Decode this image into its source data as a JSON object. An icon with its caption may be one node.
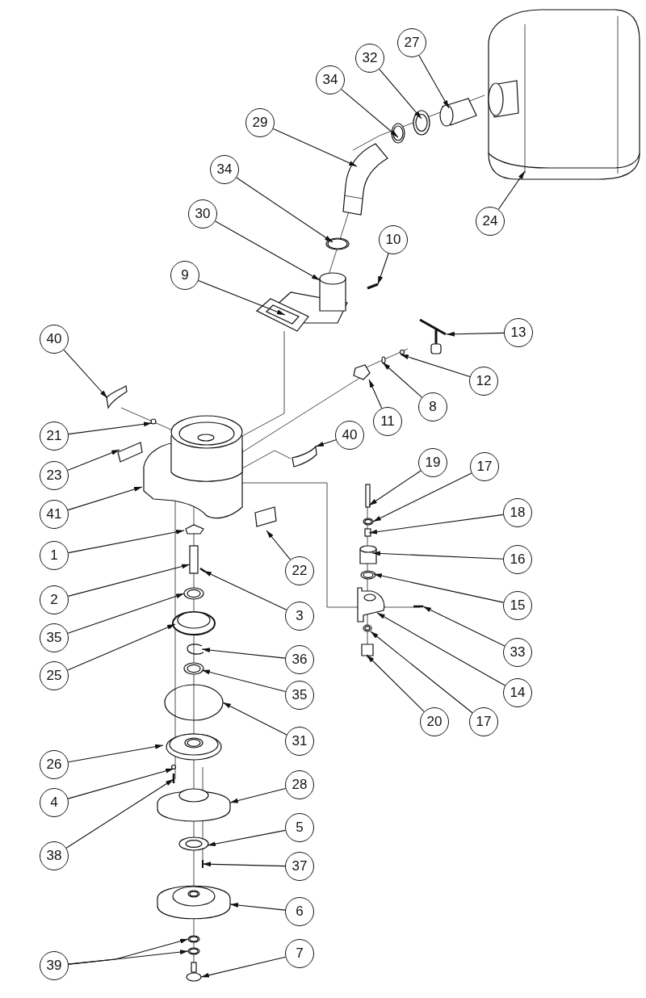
{
  "diagram": {
    "nodes": [
      {
        "text": [
          "27"
        ]
      },
      {
        "text": [
          "32"
        ]
      },
      {
        "text": [
          "34"
        ]
      },
      {
        "text": [
          "29"
        ]
      },
      {
        "text": [
          "34"
        ]
      },
      {
        "text": [
          "24"
        ]
      },
      {
        "text": [
          "30"
        ]
      },
      {
        "text": [
          "10"
        ]
      },
      {
        "text": [
          "9"
        ]
      },
      {
        "text": [
          "13"
        ]
      },
      {
        "text": [
          "40"
        ]
      },
      {
        "text": [
          "12"
        ]
      },
      {
        "text": [
          "8"
        ]
      },
      {
        "text": [
          "11"
        ]
      },
      {
        "text": [
          "21"
        ]
      },
      {
        "text": [
          "40"
        ]
      },
      {
        "text": [
          "19"
        ]
      },
      {
        "text": [
          "17"
        ]
      },
      {
        "text": [
          "23"
        ]
      },
      {
        "text": [
          "18"
        ]
      },
      {
        "text": [
          "41"
        ]
      },
      {
        "text": [
          "1"
        ]
      },
      {
        "text": [
          "16"
        ]
      },
      {
        "text": [
          "22"
        ]
      },
      {
        "text": [
          "2"
        ]
      },
      {
        "text": [
          "15"
        ]
      },
      {
        "text": [
          "3"
        ]
      },
      {
        "text": [
          "35"
        ]
      },
      {
        "text": [
          "33"
        ]
      },
      {
        "text": [
          "36"
        ]
      },
      {
        "text": [
          "25"
        ]
      },
      {
        "text": [
          "14"
        ]
      },
      {
        "text": [
          "35"
        ]
      },
      {
        "text": [
          "20"
        ]
      },
      {
        "text": [
          "17"
        ]
      },
      {
        "text": [
          "31"
        ]
      },
      {
        "text": [
          "26"
        ]
      },
      {
        "text": [
          "28"
        ]
      },
      {
        "text": [
          "4"
        ]
      },
      {
        "text": [
          "5"
        ]
      },
      {
        "text": [
          "38"
        ]
      },
      {
        "text": [
          "37"
        ]
      },
      {
        "text": [
          "6"
        ]
      },
      {
        "text": [
          "7"
        ]
      },
      {
        "text": [
          "39"
        ]
      }
    ],
    "edges": [
      {
        "from": 0,
        "to": null,
        "arrow": "to"
      },
      {
        "from": 1,
        "to": null,
        "arrow": "to"
      },
      {
        "from": 2,
        "to": null,
        "arrow": "to"
      },
      {
        "from": 3,
        "to": null,
        "arrow": "to"
      },
      {
        "from": 4,
        "to": null,
        "arrow": "to"
      },
      {
        "from": 5,
        "to": null,
        "arrow": "to"
      },
      {
        "from": 6,
        "to": null,
        "arrow": "to"
      },
      {
        "from": 7,
        "to": null,
        "arrow": "to"
      },
      {
        "from": 8,
        "to": null,
        "arrow": "to"
      },
      {
        "from": 9,
        "to": null,
        "arrow": "to"
      },
      {
        "from": 10,
        "to": null,
        "arrow": "to"
      },
      {
        "from": 11,
        "to": null,
        "arrow": "to"
      },
      {
        "from": 12,
        "to": null,
        "arrow": "to"
      },
      {
        "from": 13,
        "to": null,
        "arrow": "to"
      },
      {
        "from": 14,
        "to": null,
        "arrow": "to"
      },
      {
        "from": 15,
        "to": null,
        "arrow": "to"
      },
      {
        "from": 16,
        "to": null,
        "arrow": "to"
      },
      {
        "from": 17,
        "to": null,
        "arrow": "to"
      },
      {
        "from": 18,
        "to": null,
        "arrow": "to"
      },
      {
        "from": 19,
        "to": null,
        "arrow": "to"
      },
      {
        "from": 20,
        "to": null,
        "arrow": "to"
      },
      {
        "from": 21,
        "to": null,
        "arrow": "to"
      },
      {
        "from": 22,
        "to": null,
        "arrow": "to"
      },
      {
        "from": 23,
        "to": null,
        "arrow": "to"
      },
      {
        "from": 24,
        "to": null,
        "arrow": "to"
      },
      {
        "from": 25,
        "to": null,
        "arrow": "to"
      },
      {
        "from": 26,
        "to": null,
        "arrow": "to"
      },
      {
        "from": 27,
        "to": null,
        "arrow": "to"
      },
      {
        "from": 28,
        "to": null,
        "arrow": "to"
      },
      {
        "from": 29,
        "to": null,
        "arrow": "to"
      },
      {
        "from": 30,
        "to": null,
        "arrow": "to"
      },
      {
        "from": 31,
        "to": null,
        "arrow": "to"
      },
      {
        "from": 32,
        "to": null,
        "arrow": "to"
      },
      {
        "from": 33,
        "to": null,
        "arrow": "to"
      },
      {
        "from": 34,
        "to": null,
        "arrow": "to"
      },
      {
        "from": 35,
        "to": null,
        "arrow": "to"
      },
      {
        "from": 36,
        "to": null,
        "arrow": "to"
      },
      {
        "from": 37,
        "to": null,
        "arrow": "to"
      },
      {
        "from": 38,
        "to": null,
        "arrow": "to"
      },
      {
        "from": 39,
        "to": null,
        "arrow": "to"
      },
      {
        "from": 40,
        "to": null,
        "arrow": "to"
      },
      {
        "from": 41,
        "to": null,
        "arrow": "to"
      },
      {
        "from": 42,
        "to": null,
        "arrow": "to"
      },
      {
        "from": 43,
        "to": null,
        "arrow": "to"
      },
      {
        "from": 44,
        "to": null,
        "arrow": "to"
      },
      {
        "from": 44,
        "to": null,
        "arrow": "to"
      }
    ]
  }
}
